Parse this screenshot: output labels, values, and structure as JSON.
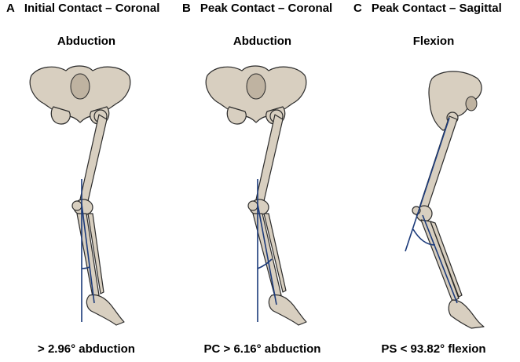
{
  "panels": [
    {
      "letter": "A",
      "title": "Initial Contact – Coronal",
      "motion": "Abduction",
      "caption": "> 2.96° abduction"
    },
    {
      "letter": "B",
      "title": "Peak Contact – Coronal",
      "motion": "Abduction",
      "caption": "PC > 6.16° abduction"
    },
    {
      "letter": "C",
      "title": "Peak Contact – Sagittal",
      "motion": "Flexion",
      "caption": "PS < 93.82° flexion"
    }
  ],
  "colors": {
    "bone": "#d8cfc0",
    "outline": "#2b2b2b",
    "reference_line": "#1b3a7a"
  }
}
